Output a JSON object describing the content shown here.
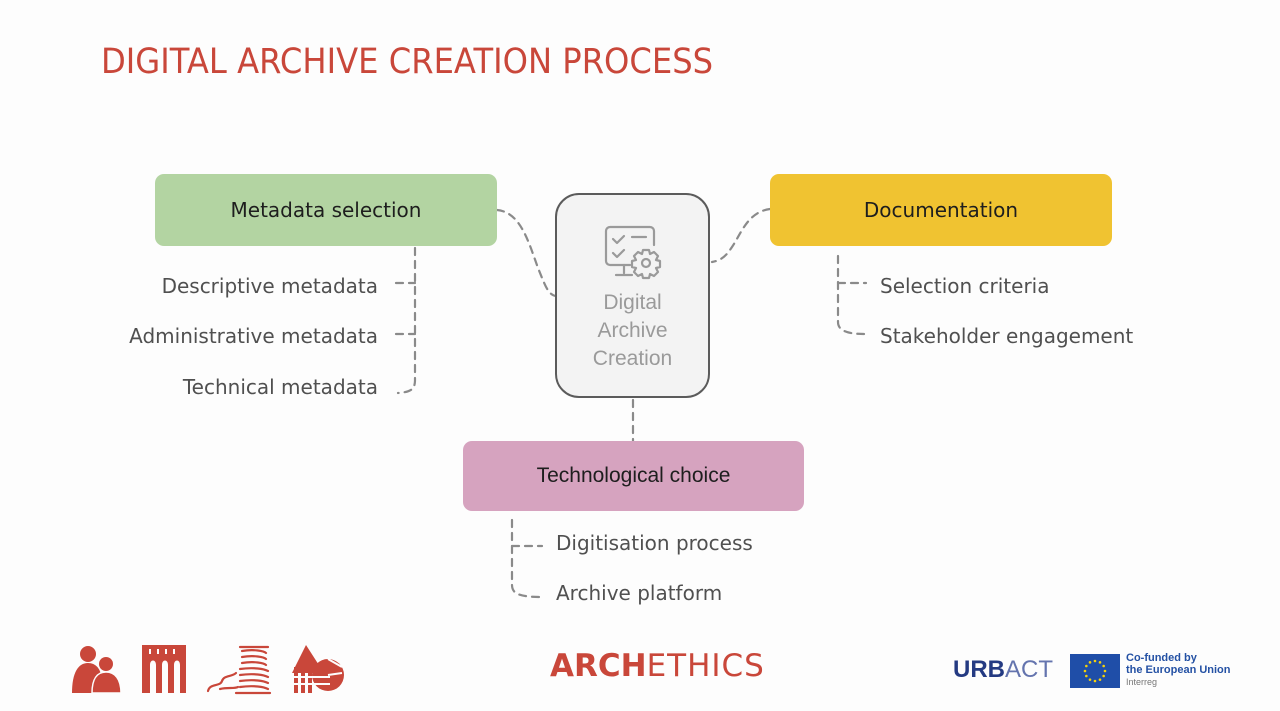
{
  "slide": {
    "title": "DIGITAL ARCHIVE CREATION PROCESS"
  },
  "diagram": {
    "center": {
      "label_lines": [
        "Digital",
        "Archive",
        "Creation"
      ],
      "icon": "checklist-monitor-gear-icon"
    },
    "branches": [
      {
        "id": "metadata",
        "label": "Metadata selection",
        "color": "#b3d4a2",
        "children": [
          "Descriptive metadata",
          "Administrative metadata",
          "Technical metadata"
        ]
      },
      {
        "id": "documentation",
        "label": "Documentation",
        "color": "#f0c331",
        "children": [
          "Selection criteria",
          "Stakeholder engagement"
        ]
      },
      {
        "id": "technology",
        "label": "Technological choice",
        "color": "#d6a3bf",
        "children": [
          "Digitisation process",
          "Archive platform"
        ]
      }
    ]
  },
  "footer": {
    "icons": [
      "people-icon",
      "arcade-building-icon",
      "thread-spool-icon",
      "shapes-weave-icon"
    ],
    "brand_part1": "ARCH",
    "brand_part2": "ETHICS",
    "urbact_part1": "URB",
    "urbact_part2": "ACT",
    "eu_line1": "Co-funded by",
    "eu_line2": "the European Union",
    "eu_line3": "Interreg"
  },
  "colors": {
    "accent": "#c9473a",
    "connector": "#8a8a8a",
    "eu_blue": "#1f4ea8",
    "eu_star": "#f5d20a"
  }
}
